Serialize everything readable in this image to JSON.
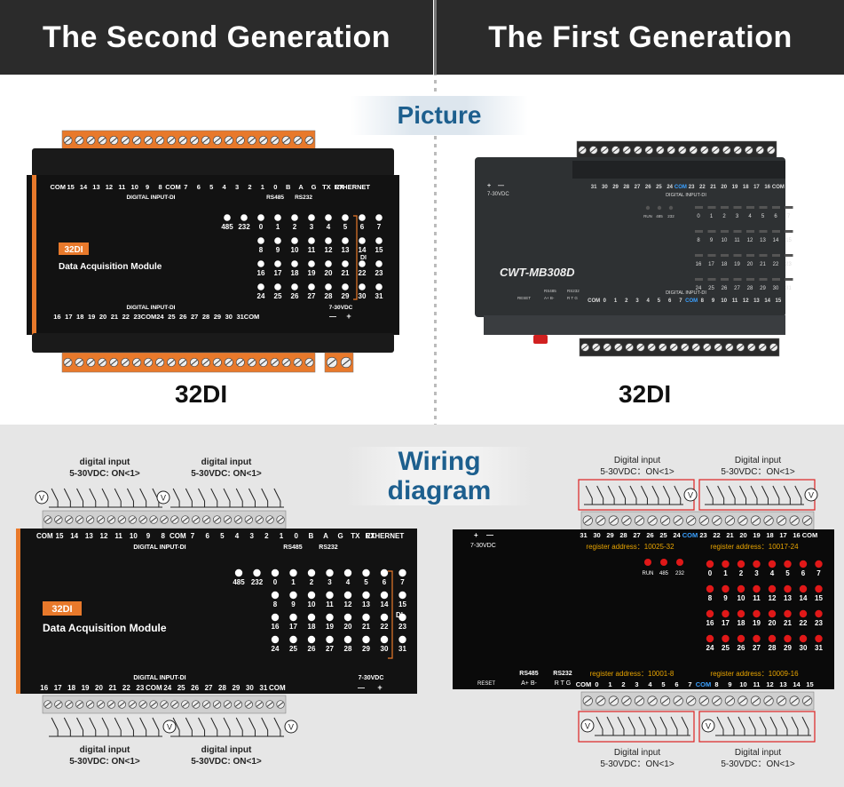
{
  "header": {
    "left_title": "The Second Generation",
    "right_title": "The First Generation"
  },
  "sections": {
    "picture": "Picture",
    "wiring_line1": "Wiring",
    "wiring_line2": "diagram"
  },
  "second_gen": {
    "caption": "32DI",
    "badge": "32DI",
    "module_name": "Data Acquisition Module",
    "top_labels": [
      "COM",
      "15",
      "14",
      "13",
      "12",
      "11",
      "10",
      "9",
      "8",
      "COM",
      "7",
      "6",
      "5",
      "4",
      "3",
      "2",
      "1",
      "0",
      "B",
      "A",
      "G",
      "TX",
      "RX",
      "ETHERNET"
    ],
    "top_sub_di": "DIGITAL INPUT-DI",
    "top_sub_rs485": "RS485",
    "top_sub_rs232": "RS232",
    "bottom_labels": [
      "16",
      "17",
      "18",
      "19",
      "20",
      "21",
      "22",
      "23",
      "COM",
      "24",
      "25",
      "26",
      "27",
      "28",
      "29",
      "30",
      "31",
      "COM"
    ],
    "bottom_sub_di": "DIGITAL INPUT-DI",
    "power": "7-30VDC",
    "power_minus": "—",
    "power_plus": "+",
    "led_rows": [
      [
        "485",
        "232",
        "0",
        "1",
        "2",
        "3",
        "4",
        "5",
        "6",
        "7"
      ],
      [
        "8",
        "9",
        "10",
        "11",
        "12",
        "13",
        "14",
        "15"
      ],
      [
        "16",
        "17",
        "18",
        "19",
        "20",
        "21",
        "22",
        "23"
      ],
      [
        "24",
        "25",
        "26",
        "27",
        "28",
        "29",
        "30",
        "31"
      ]
    ],
    "di_bracket": "DI",
    "wiring_input_label": "digital input",
    "wiring_input_spec": "5-30VDC: ON<1>"
  },
  "first_gen": {
    "caption": "32DI",
    "model": "CWT-MB308D",
    "power_plus": "+",
    "power_minus": "—",
    "power": "7-30VDC",
    "top_labels": [
      "31",
      "30",
      "29",
      "28",
      "27",
      "26",
      "25",
      "24",
      "COM",
      "23",
      "22",
      "21",
      "20",
      "19",
      "18",
      "17",
      "16",
      "COM"
    ],
    "top_sub": "DIGITAL INPUT-DI",
    "status_leds": [
      "RUN",
      "485",
      "232"
    ],
    "led_rows": [
      [
        "0",
        "1",
        "2",
        "3",
        "4",
        "5",
        "6",
        "7"
      ],
      [
        "8",
        "9",
        "10",
        "11",
        "12",
        "13",
        "14",
        "15"
      ],
      [
        "16",
        "17",
        "18",
        "19",
        "20",
        "21",
        "22",
        "23"
      ],
      [
        "24",
        "25",
        "26",
        "27",
        "28",
        "29",
        "30",
        "31"
      ]
    ],
    "reset": "RESET",
    "rs485": "RS485",
    "rs485_pins": "A+ B-",
    "rs232": "RS232",
    "rs232_pins": "R T G",
    "bottom_labels": [
      "COM",
      "0",
      "1",
      "2",
      "3",
      "4",
      "5",
      "6",
      "7",
      "COM",
      "8",
      "9",
      "10",
      "11",
      "12",
      "13",
      "14",
      "15"
    ],
    "bottom_sub": "DIGITAL INPUT-DI",
    "reg_top_left": "register address：10025-32",
    "reg_top_right": "register address：10017-24",
    "reg_bot_left": "register address：10001-8",
    "reg_bot_right": "register address：10009-16",
    "wiring_input_label": "Digital input",
    "wiring_input_spec": "5-30VDC：ON<1>"
  },
  "colors": {
    "header_bg": "#2b2b2b",
    "accent_orange": "#e8792b",
    "section_blue": "#1d5f8e",
    "led_red": "#e01818",
    "reg_yellow": "#f5c400",
    "reg_label": "#e8a400",
    "com_blue": "#3aa0ff"
  }
}
